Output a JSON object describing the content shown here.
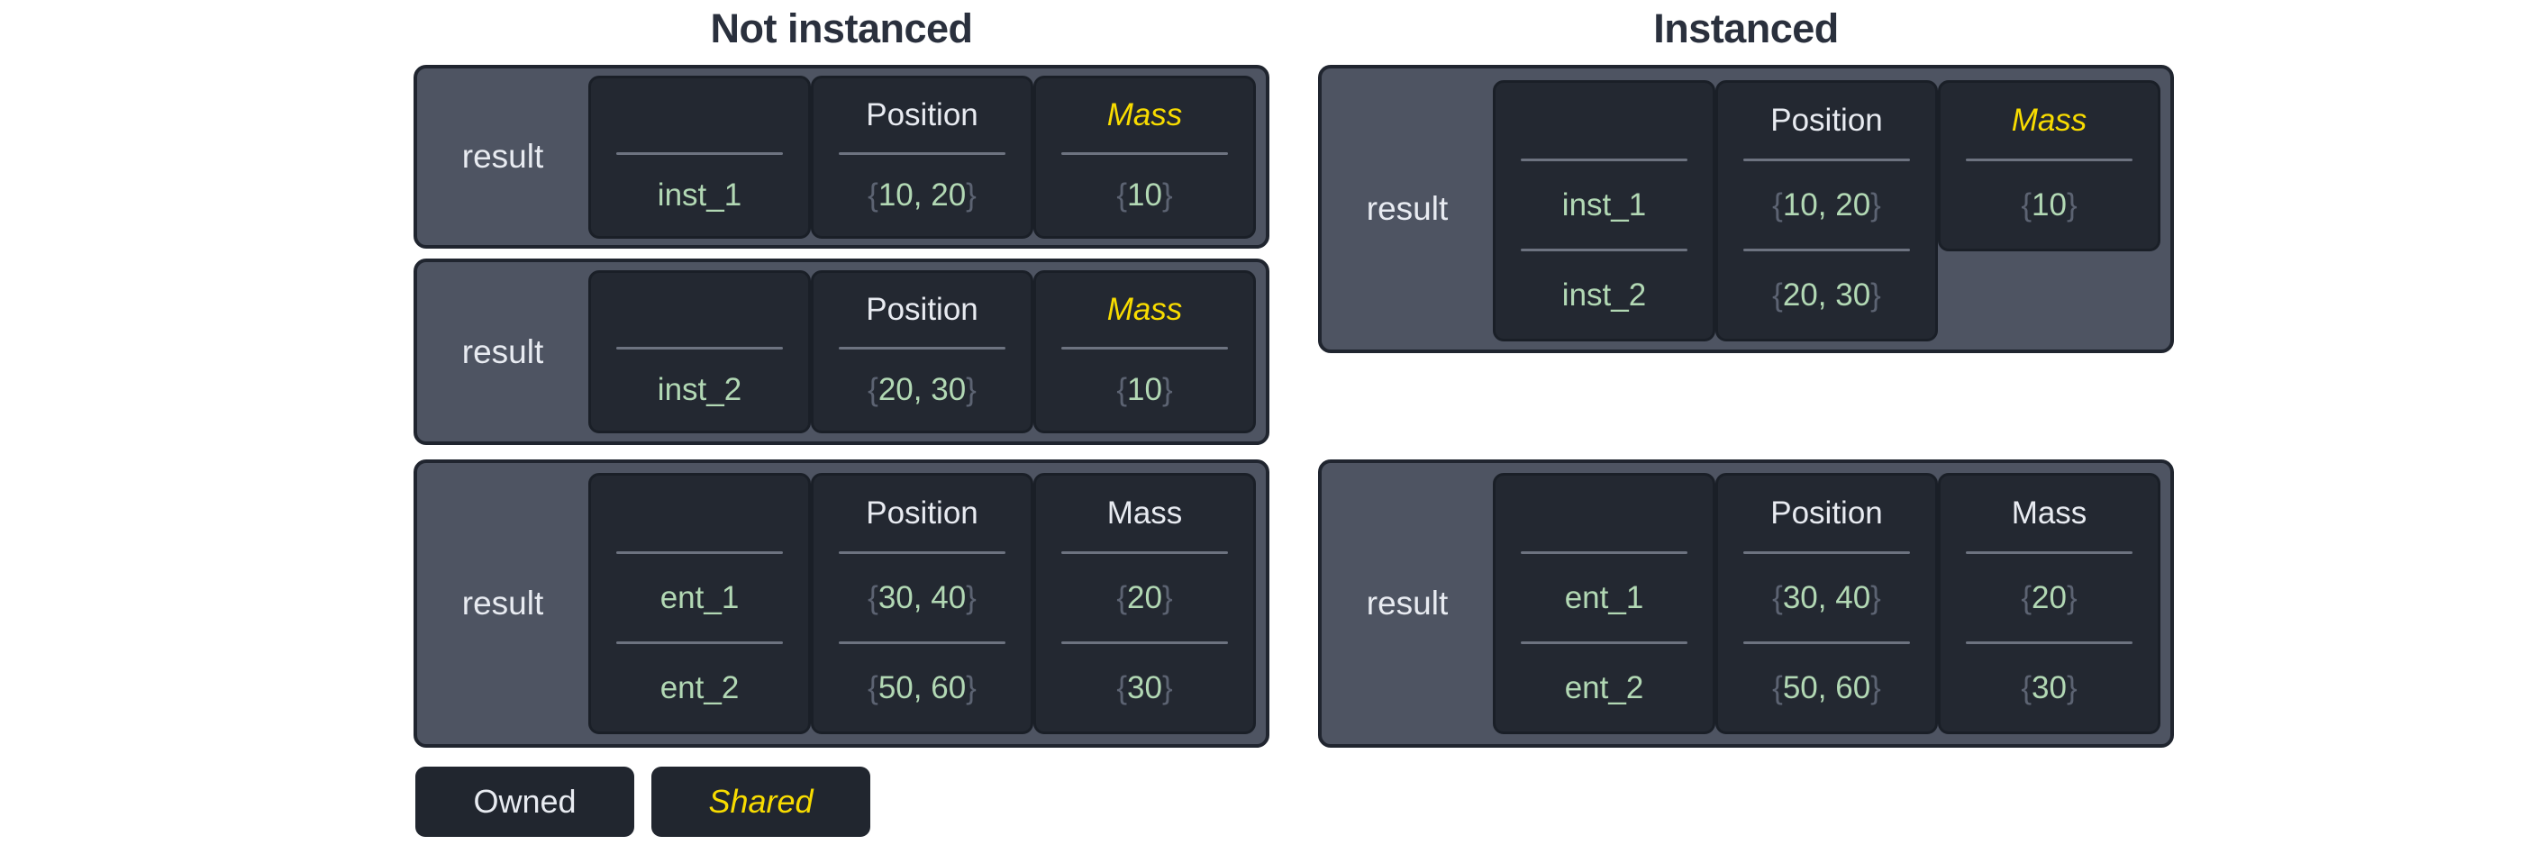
{
  "titles": {
    "left": "Not instanced",
    "right": "Instanced"
  },
  "syntax": {
    "open_brace": "{",
    "close_brace": "}"
  },
  "tables": [
    {
      "group": "not-instanced",
      "row_label": "result",
      "columns": [
        {
          "header": "",
          "header_shared": false,
          "cells": [
            {
              "text": "inst_1",
              "braced": false
            }
          ]
        },
        {
          "header": "Position",
          "header_shared": false,
          "cells": [
            {
              "text": "10, 20",
              "braced": true
            }
          ]
        },
        {
          "header": "Mass",
          "header_shared": true,
          "cells": [
            {
              "text": "10",
              "braced": true
            }
          ]
        }
      ]
    },
    {
      "group": "not-instanced",
      "row_label": "result",
      "columns": [
        {
          "header": "",
          "header_shared": false,
          "cells": [
            {
              "text": "inst_2",
              "braced": false
            }
          ]
        },
        {
          "header": "Position",
          "header_shared": false,
          "cells": [
            {
              "text": "20, 30",
              "braced": true
            }
          ]
        },
        {
          "header": "Mass",
          "header_shared": true,
          "cells": [
            {
              "text": "10",
              "braced": true
            }
          ]
        }
      ]
    },
    {
      "group": "not-instanced",
      "row_label": "result",
      "columns": [
        {
          "header": "",
          "header_shared": false,
          "cells": [
            {
              "text": "ent_1",
              "braced": false
            },
            {
              "text": "ent_2",
              "braced": false
            }
          ]
        },
        {
          "header": "Position",
          "header_shared": false,
          "cells": [
            {
              "text": "30, 40",
              "braced": true
            },
            {
              "text": "50, 60",
              "braced": true
            }
          ]
        },
        {
          "header": "Mass",
          "header_shared": false,
          "cells": [
            {
              "text": "20",
              "braced": true
            },
            {
              "text": "30",
              "braced": true
            }
          ]
        }
      ]
    },
    {
      "group": "instanced",
      "row_label": "result",
      "columns": [
        {
          "header": "",
          "header_shared": false,
          "cells": [
            {
              "text": "inst_1",
              "braced": false
            },
            {
              "text": "inst_2",
              "braced": false
            }
          ]
        },
        {
          "header": "Position",
          "header_shared": false,
          "cells": [
            {
              "text": "10, 20",
              "braced": true
            },
            {
              "text": "20, 30",
              "braced": true
            }
          ]
        },
        {
          "header": "Mass",
          "header_shared": true,
          "cells": [
            {
              "text": "10",
              "braced": true
            }
          ]
        }
      ]
    },
    {
      "group": "instanced",
      "row_label": "result",
      "columns": [
        {
          "header": "",
          "header_shared": false,
          "cells": [
            {
              "text": "ent_1",
              "braced": false
            },
            {
              "text": "ent_2",
              "braced": false
            }
          ]
        },
        {
          "header": "Position",
          "header_shared": false,
          "cells": [
            {
              "text": "30, 40",
              "braced": true
            },
            {
              "text": "50, 60",
              "braced": true
            }
          ]
        },
        {
          "header": "Mass",
          "header_shared": false,
          "cells": [
            {
              "text": "20",
              "braced": true
            },
            {
              "text": "30",
              "braced": true
            }
          ]
        }
      ]
    }
  ],
  "legend": [
    {
      "label": "Owned",
      "variant": "owned"
    },
    {
      "label": "Shared",
      "variant": "shared"
    }
  ],
  "colors": {
    "page_bg": "#ffffff",
    "title_text": "#2a303d",
    "table_bg": "#4e5462",
    "table_border": "#20252f",
    "box_bg": "#232831",
    "box_border": "#1a1f27",
    "divider": "#6d7380",
    "owned_text": "#e8ebf1",
    "shared_text": "#f8dc00",
    "value_text": "#b2d8b4",
    "brace_text": "#5c6372"
  }
}
